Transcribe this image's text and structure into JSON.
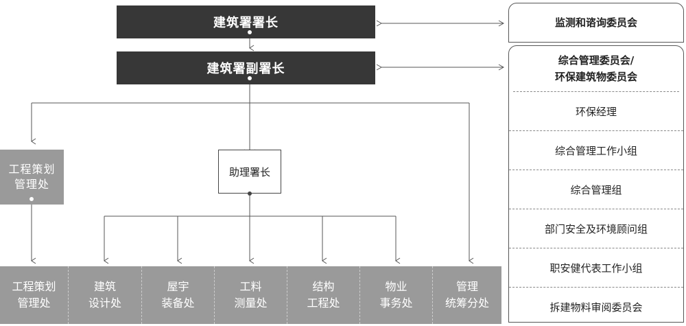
{
  "chief": "建筑署署长",
  "deputy": "建筑署副署长",
  "assistant": "助理署长",
  "left_unit": [
    "工程策划",
    "管理处"
  ],
  "bottom_units": [
    [
      "工程策划",
      "管理处"
    ],
    [
      "建筑",
      "设计处"
    ],
    [
      "屋宇",
      "装备处"
    ],
    [
      "工料",
      "测量处"
    ],
    [
      "结构",
      "工程处"
    ],
    [
      "物业",
      "事务处"
    ],
    [
      "管理",
      "统筹分处"
    ]
  ],
  "right_panel": {
    "monitoring": "监测和谘询委员会",
    "committees": [
      "综合管理委员会/",
      "环保建筑物委员会"
    ],
    "items": [
      "环保经理",
      "综合管理工作小组",
      "综合管理组",
      "部门安全及环境顾问组",
      "职安健代表工作小组",
      "拆建物料审阅委员会"
    ]
  },
  "colors": {
    "dark": "#373737",
    "grey": "#9a9a9a",
    "line": "#555555"
  }
}
